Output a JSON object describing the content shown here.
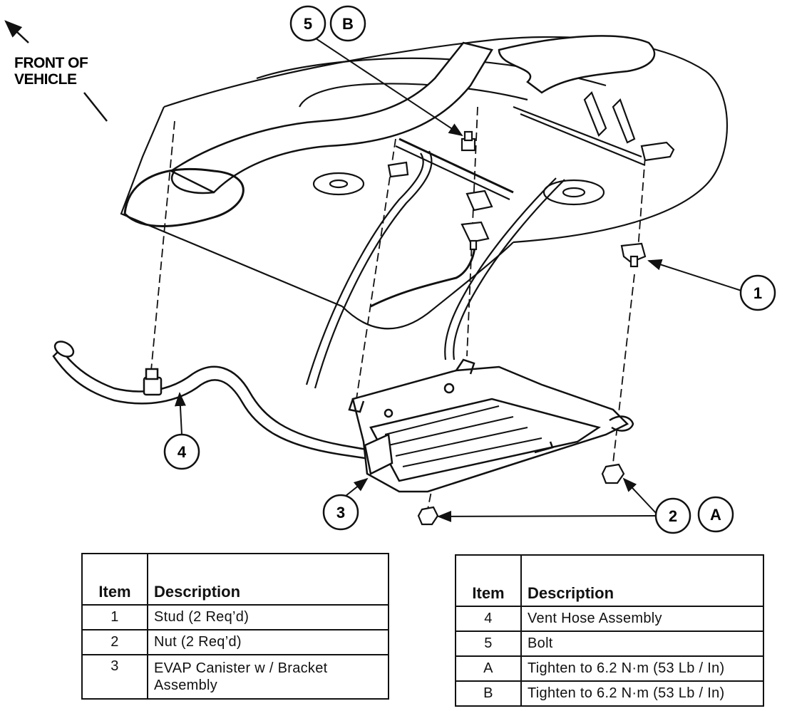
{
  "header": {
    "front_label_line1": "FRONT OF",
    "front_label_line2": "VEHICLE"
  },
  "callouts": {
    "c1": "1",
    "c2": "2",
    "c3": "3",
    "c4": "4",
    "c5": "5",
    "cA": "A",
    "cB": "B"
  },
  "legend_left": {
    "col_item": "Item",
    "col_desc": "Description",
    "rows": [
      {
        "item": "1",
        "desc": "Stud (2 Req’d)"
      },
      {
        "item": "2",
        "desc": "Nut (2 Req’d)"
      },
      {
        "item": "3",
        "desc": "EVAP Canister w / Bracket",
        "desc2": "Assembly"
      }
    ]
  },
  "legend_right": {
    "col_item": "Item",
    "col_desc": "Description",
    "rows": [
      {
        "item": "4",
        "desc": "Vent Hose Assembly"
      },
      {
        "item": "5",
        "desc": "Bolt"
      },
      {
        "item": "A",
        "desc": "Tighten to 6.2 N·m (53 Lb / In)"
      },
      {
        "item": "B",
        "desc": "Tighten to 6.2 N·m (53 Lb / In)"
      }
    ]
  }
}
